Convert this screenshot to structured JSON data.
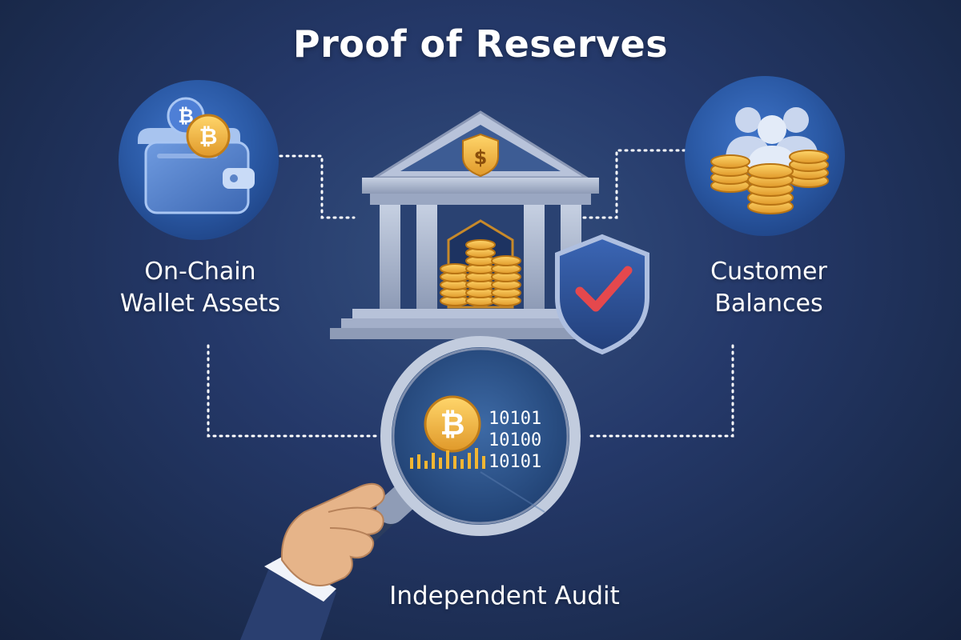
{
  "title": "Proof of Reserves",
  "nodes": {
    "left": {
      "line1": "On-Chain",
      "line2": "Wallet Assets",
      "icon": "wallet-icon"
    },
    "right": {
      "line1": "Customer",
      "line2": "Balances",
      "icon": "customers-coins-icon"
    },
    "center": {
      "icon": "bank-vault-icon",
      "badge_icon": "shield-check-icon",
      "currency_symbol": "$"
    },
    "bottom": {
      "label": "Independent Audit",
      "icon": "magnifier-icon",
      "binary_lines": [
        "10101",
        "10100",
        "10101"
      ]
    }
  },
  "coin_symbol": "₿",
  "colors": {
    "background": "#1e2f52",
    "circle": "#2f5ba8",
    "gold": "#f2b632",
    "check": "#e5484d",
    "connector": "#ffffff"
  }
}
